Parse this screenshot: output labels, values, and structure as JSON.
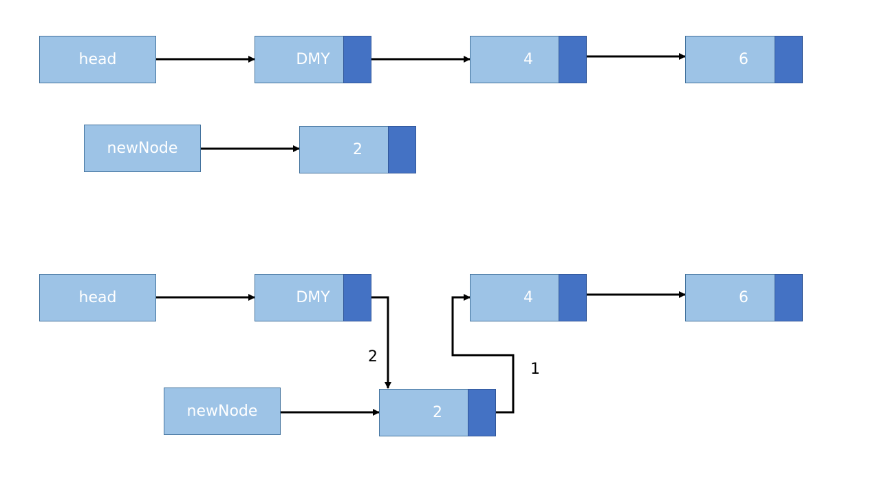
{
  "diagram_1": {
    "head": "head",
    "dummy": "DMY",
    "node_a": "4",
    "node_b": "6",
    "new_node_ptr": "newNode",
    "new_node": "2"
  },
  "diagram_2": {
    "head": "head",
    "dummy": "DMY",
    "node_a": "4",
    "node_b": "6",
    "new_node_ptr": "newNode",
    "new_node": "2",
    "step_first": "1",
    "step_second": "2"
  },
  "colors": {
    "node_fill": "#9dc3e6",
    "pointer_fill": "#4472c4",
    "arrow": "#000000"
  }
}
